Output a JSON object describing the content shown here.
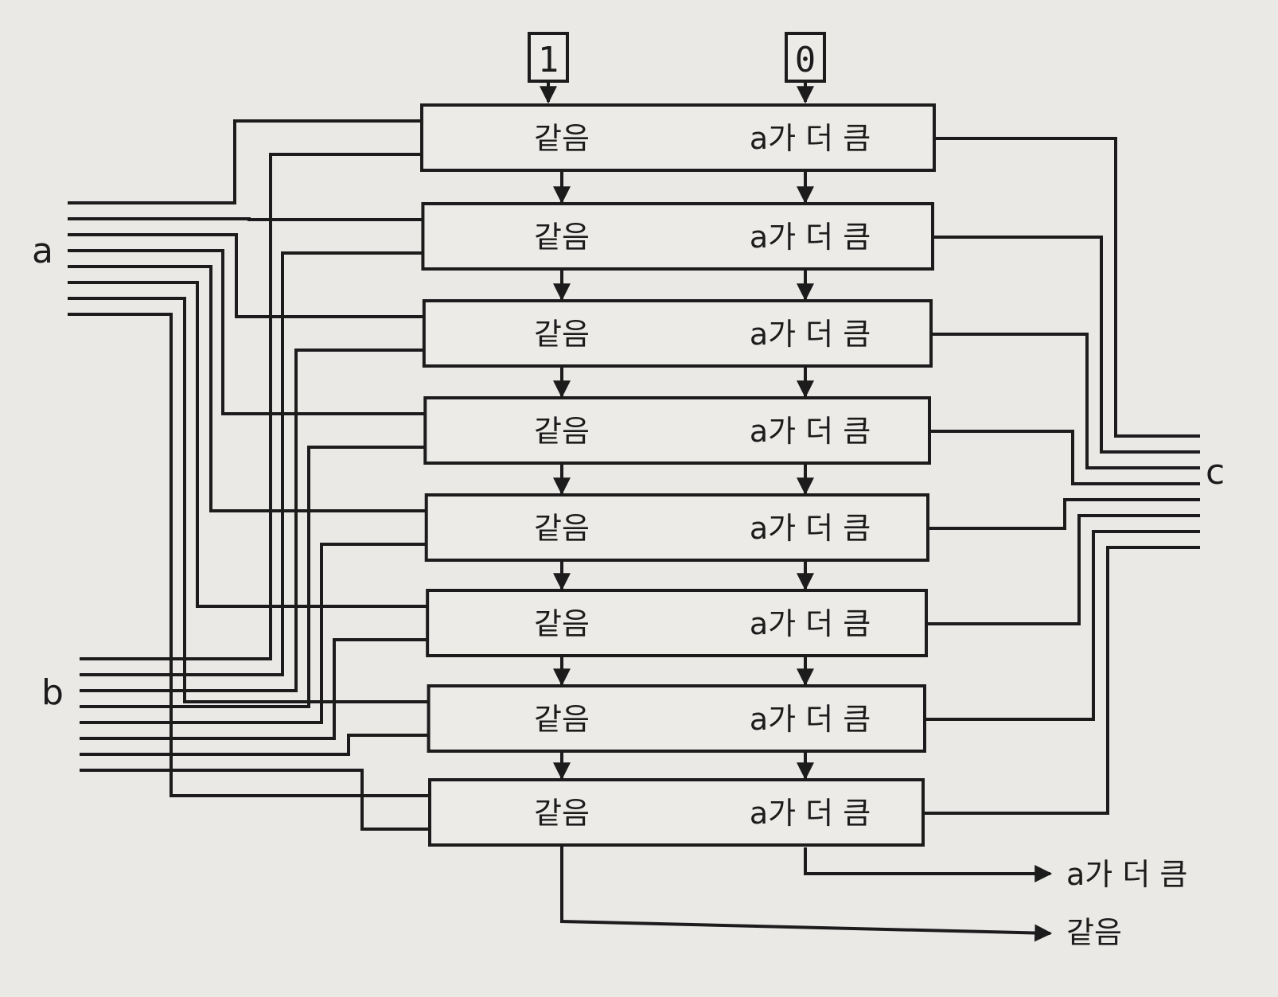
{
  "colors": {
    "ink": "#1c1c1c",
    "paper": "#ebe9e6",
    "box_fill": "#ecebe8"
  },
  "inputs": {
    "one": "1",
    "zero": "0"
  },
  "buses": {
    "a": "a",
    "b": "b",
    "c": "c"
  },
  "stages": [
    {
      "equal": "같음",
      "greater": "a가 더 큼"
    },
    {
      "equal": "같음",
      "greater": "a가 더 큼"
    },
    {
      "equal": "같음",
      "greater": "a가 더 큼"
    },
    {
      "equal": "같음",
      "greater": "a가 더 큼"
    },
    {
      "equal": "같음",
      "greater": "a가 더 큼"
    },
    {
      "equal": "같음",
      "greater": "a가 더 큼"
    },
    {
      "equal": "같음",
      "greater": "a가 더 큼"
    },
    {
      "equal": "같음",
      "greater": "a가 더 큼"
    }
  ],
  "outputs": {
    "greater": "a가 더 큼",
    "equal": "같음"
  }
}
